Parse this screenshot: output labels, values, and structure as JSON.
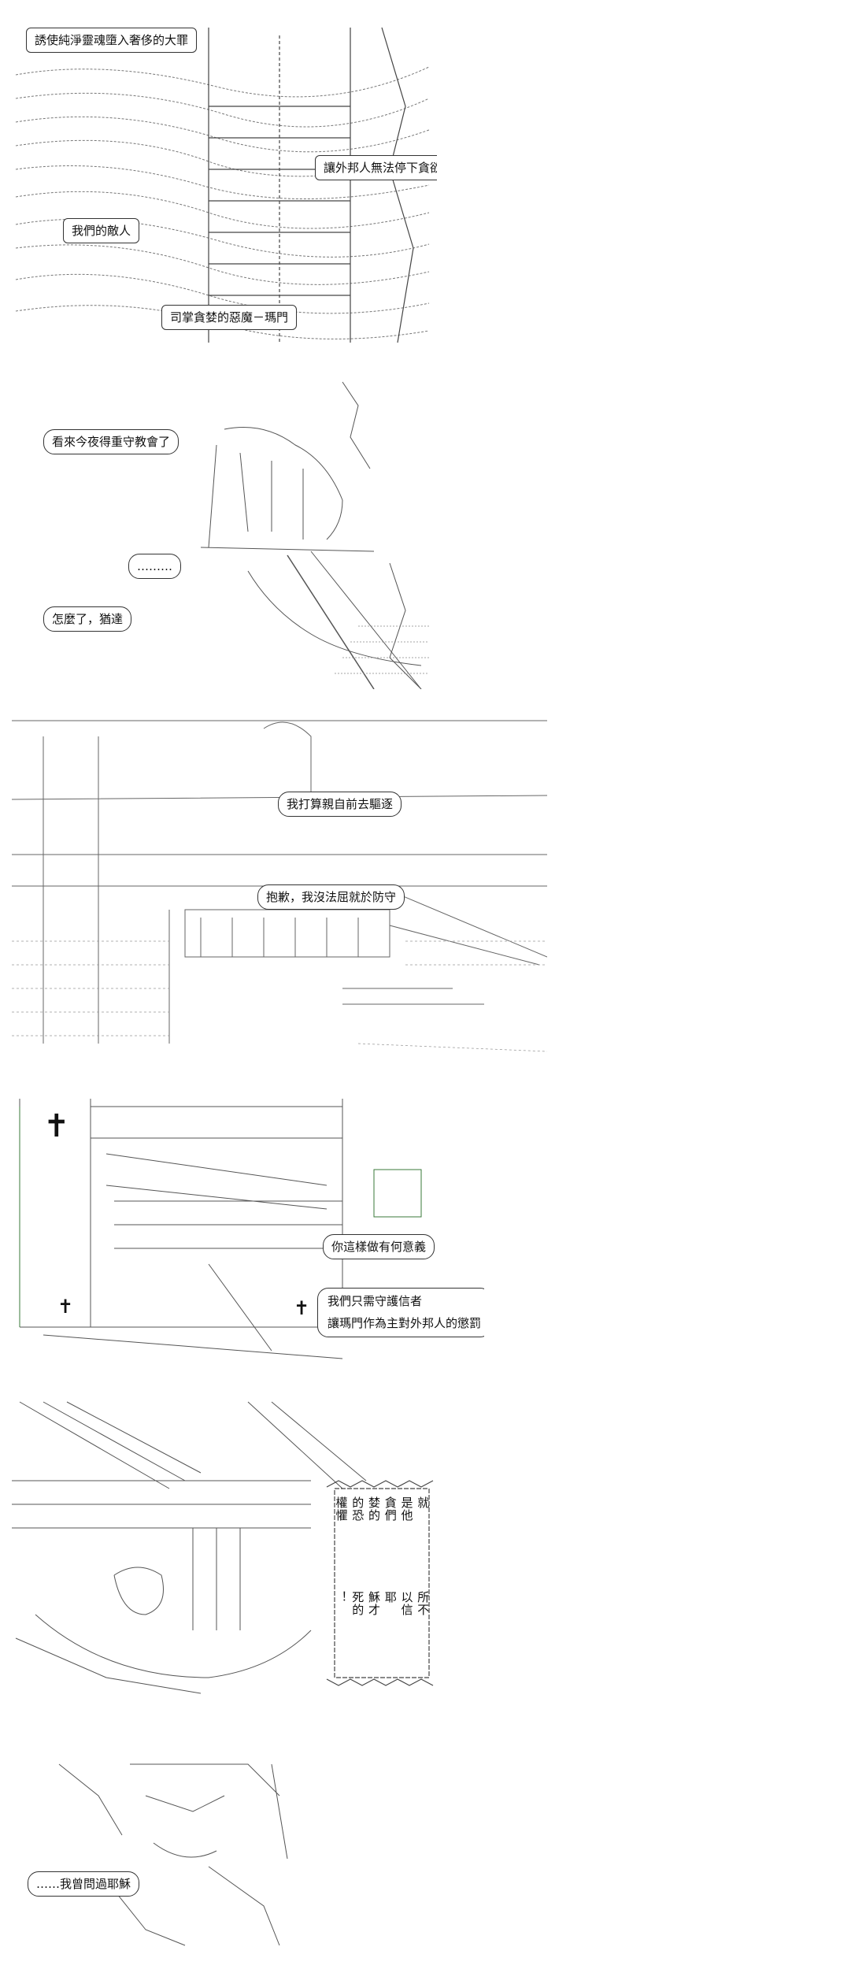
{
  "colors": {
    "ink": "#333333",
    "paper": "#ffffff",
    "accent_green": "#3a7a3a"
  },
  "panel1": {
    "b1": "誘使純淨靈魂墮入奢侈的大罪",
    "b2": "讓外邦人無法停下貪欲",
    "b3": "我們的敵人",
    "b4": "司掌貪婪的惡魔－瑪門"
  },
  "panel2": {
    "b1": "看來今夜得重守教會了",
    "b2": "………",
    "b3": "怎麼了，猶達"
  },
  "panel3": {
    "b1": "我打算親自前去驅逐",
    "b2": "抱歉，我沒法屈就於防守"
  },
  "panel4": {
    "b1": "你這樣做有何意義",
    "b2": "我們只需守護信者",
    "b3": "讓瑪門作為主對外邦人的懲罰"
  },
  "panel5": {
    "vertical_lines": [
      "就",
      "是他",
      "貪們",
      "婪的",
      "的恐",
      "權懼",
      "所不",
      "以信",
      "耶",
      "穌才",
      "死的",
      "！"
    ]
  },
  "panel6": {
    "b1": "……我曾問過耶穌"
  }
}
